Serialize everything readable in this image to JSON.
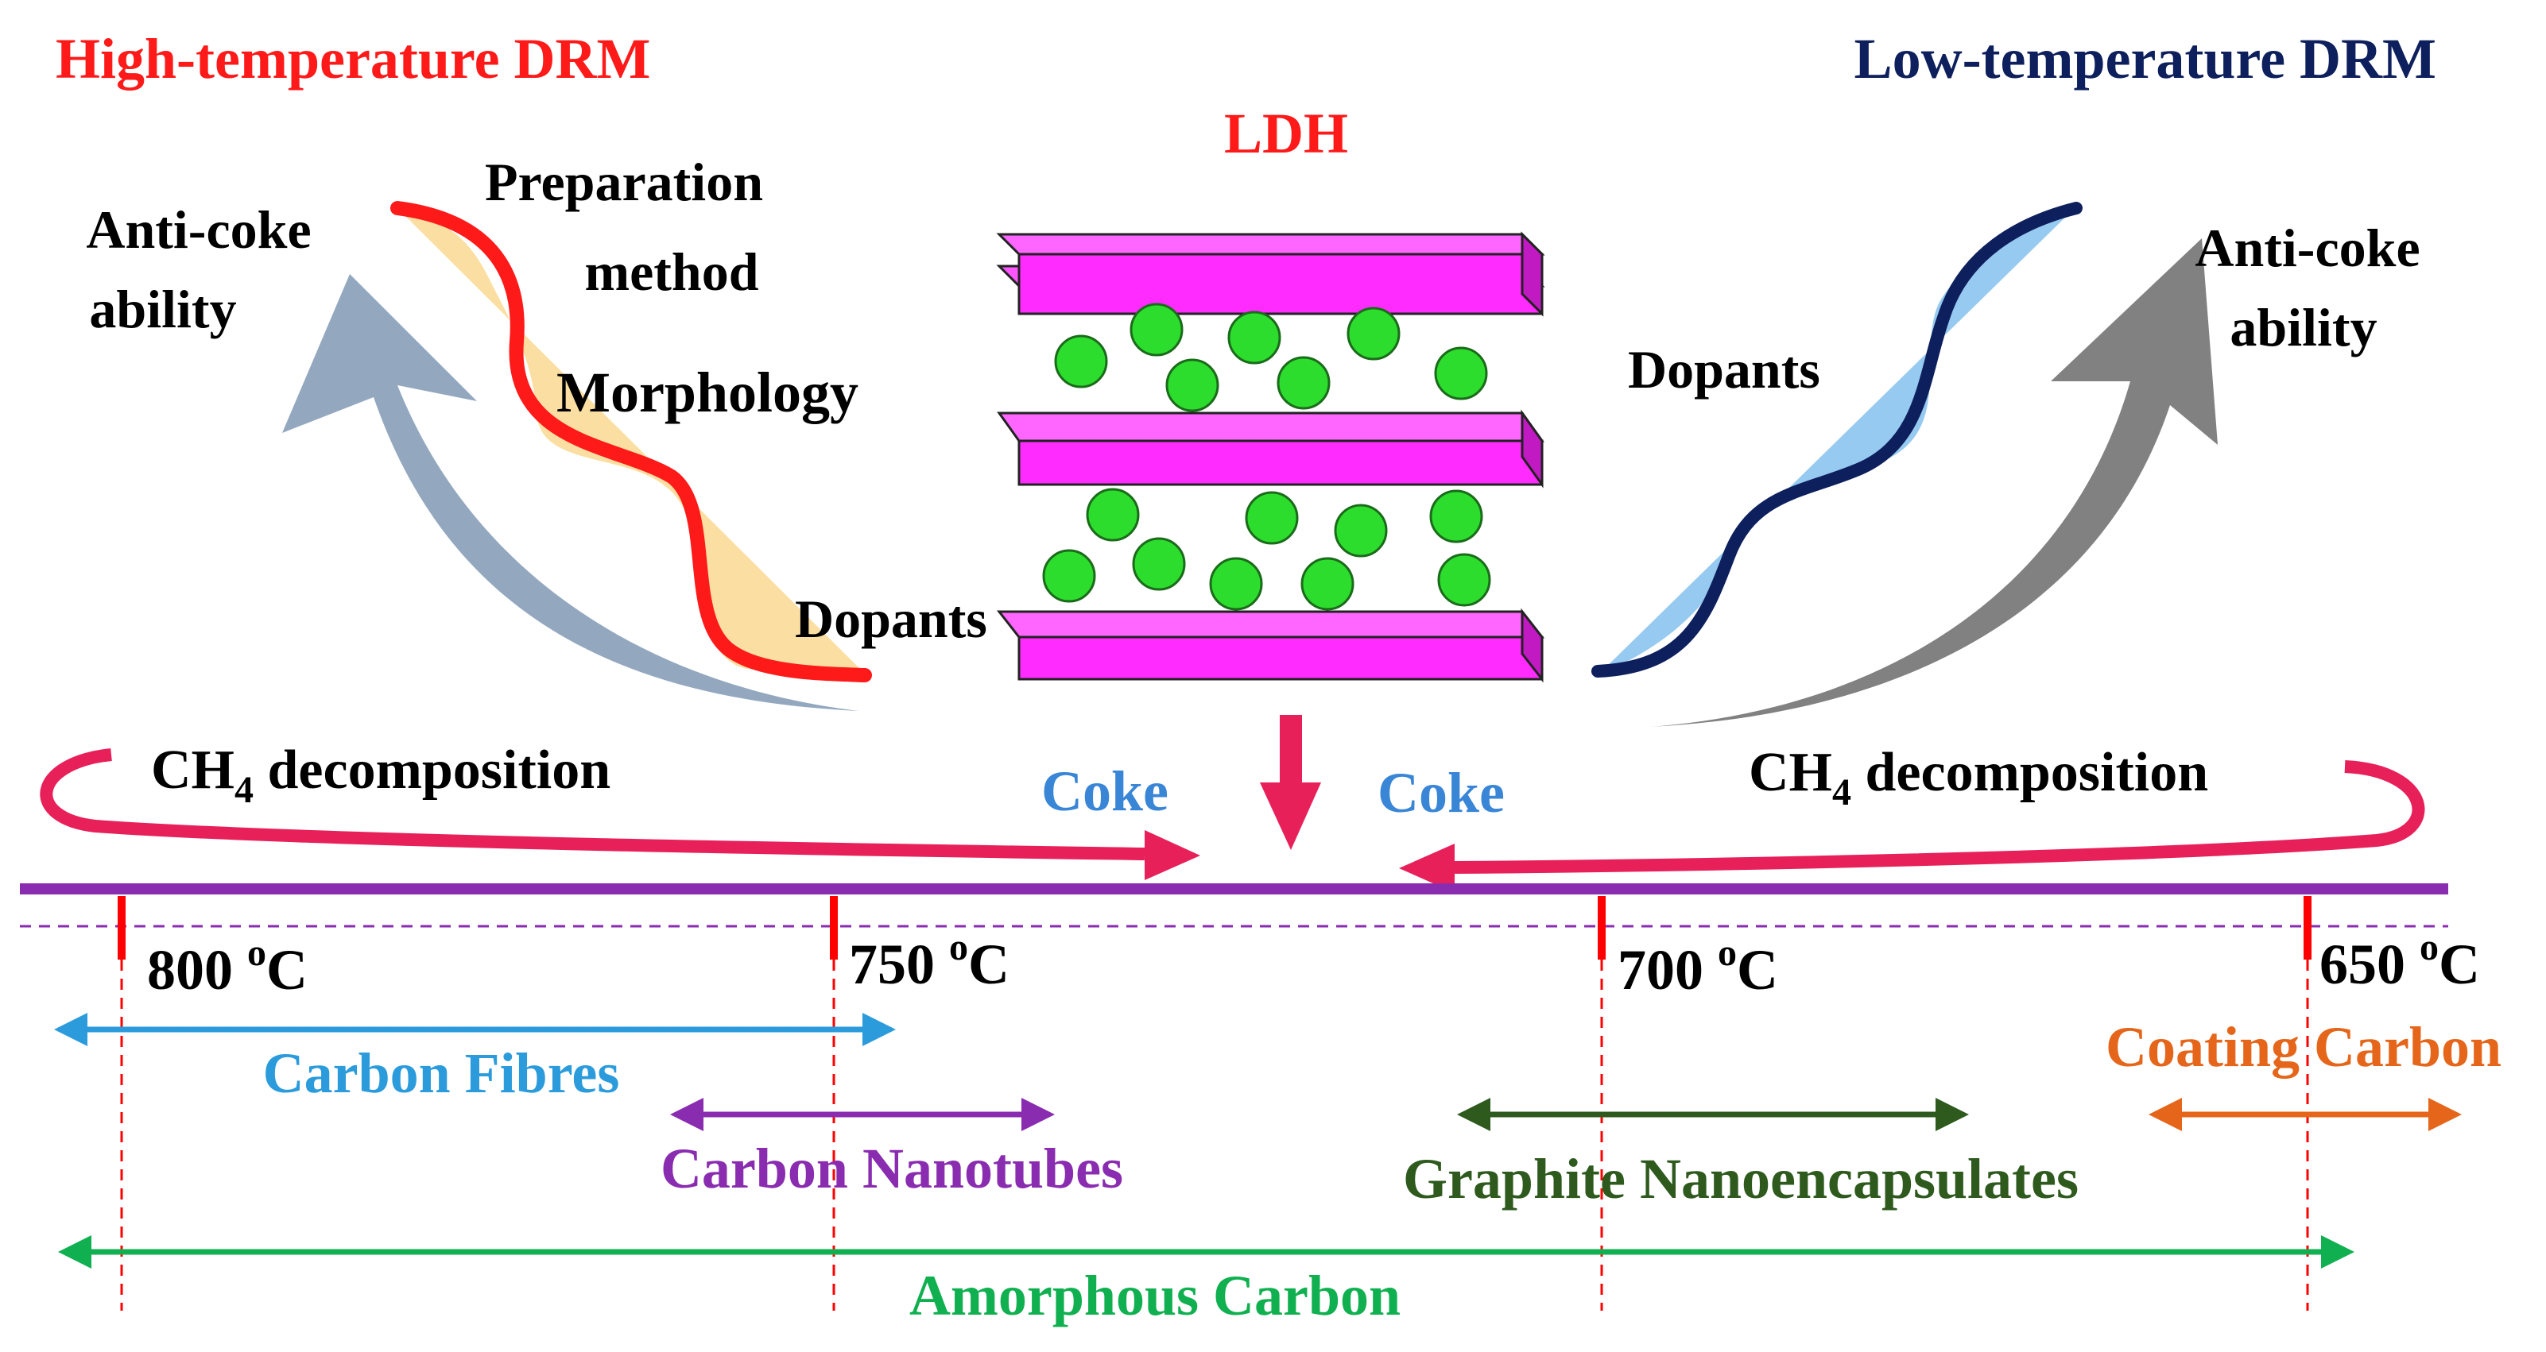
{
  "headings": {
    "high_temp": "High-temperature DRM",
    "low_temp": "Low-temperature DRM",
    "ldh": "LDH"
  },
  "left_panel": {
    "anti_coke_line1": "Anti-coke",
    "anti_coke_line2": "ability",
    "prep_line1": "Preparation",
    "prep_line2": "method",
    "morphology": "Morphology",
    "dopants": "Dopants"
  },
  "right_panel": {
    "anti_coke_line1": "Anti-coke",
    "anti_coke_line2": "ability",
    "dopants": "Dopants"
  },
  "process": {
    "ch4_prefix": "CH",
    "ch4_sub": "4",
    "ch4_suffix": " decomposition",
    "coke_left": "Coke",
    "coke_right": "Coke"
  },
  "temperatures": {
    "t800": "800 ",
    "t750": "750 ",
    "t700": "700 ",
    "t650": "650 ",
    "degree": "o",
    "unit": "C"
  },
  "carbon_types": {
    "fibres": "Carbon Fibres",
    "nanotubes": "Carbon Nanotubes",
    "graphite": "Graphite Nanoencapsulates",
    "coating": "Coating Carbon",
    "amorphous": "Amorphous Carbon"
  },
  "colors": {
    "high_temp": "#ff1a1a",
    "low_temp": "#0d1f5c",
    "ldh_title": "#ff1a1a",
    "ldh_layer": "#ff2bff",
    "ldh_particle": "#2ddd2d",
    "coke_text": "#3a86d6",
    "ch4_arrow": "#e8205a",
    "timeline": "#8a2cb0",
    "tick": "#ff0000",
    "fibres": "#2b9bdc",
    "nanotubes": "#8a2cb0",
    "graphite": "#2e5a1e",
    "coating": "#e5661a",
    "amorphous": "#10b050"
  }
}
